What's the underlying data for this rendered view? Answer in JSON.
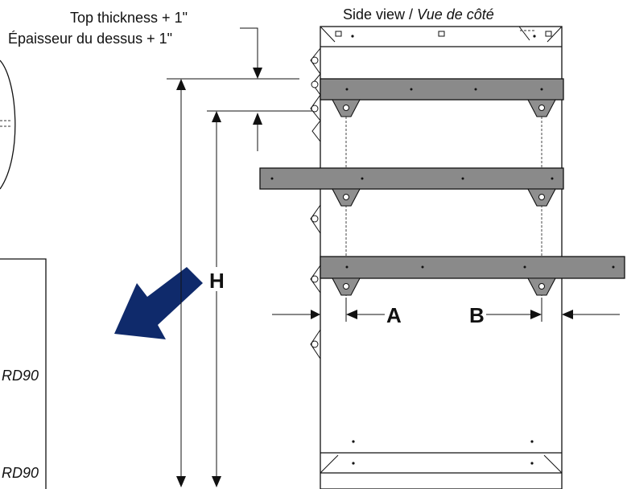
{
  "labels": {
    "top_thickness_en": "Top thickness + 1\"",
    "top_thickness_fr": "Épaisseur du dessus + 1\"",
    "side_view_en": "Side view / ",
    "side_view_fr": "Vue de côté",
    "dimension_h": "H",
    "dimension_a": "A",
    "dimension_b": "B",
    "model_text_1": "RD90",
    "model_text_2": "RD90"
  },
  "colors": {
    "shelf_fill": "#8a8a8a",
    "arrow_fill": "#0f2a6b",
    "line": "#111111"
  },
  "icons": {
    "direction_arrow": "big-blue-arrow-icon"
  }
}
